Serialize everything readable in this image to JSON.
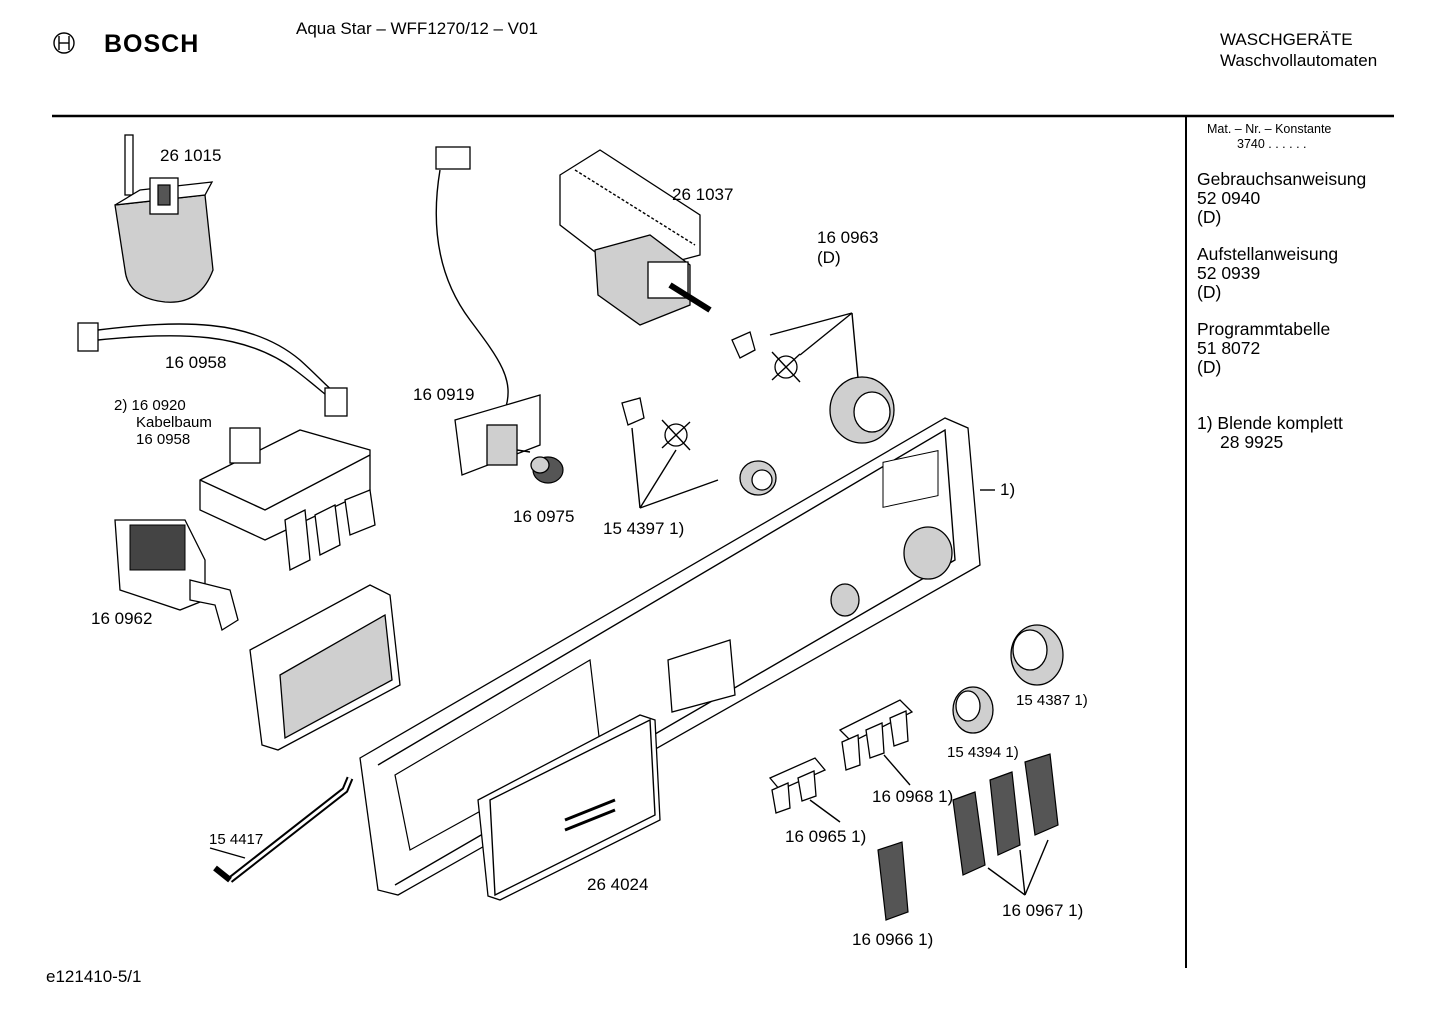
{
  "header": {
    "brand": "BOSCH",
    "model_title": "Aqua Star – WFF1270/12 – V01",
    "category_1": "WASCHGERÄTE",
    "category_2": "Waschvollautomaten"
  },
  "sidebar": {
    "konstante_label": "Mat. – Nr. – Konstante",
    "konstante_value": "3740  .  .   .  .  .  .",
    "docs": [
      {
        "title": "Gebrauchsanweisung",
        "number": "52 0940",
        "lang": "(D)"
      },
      {
        "title": "Aufstellanweisung",
        "number": "52 0939",
        "lang": "(D)"
      },
      {
        "title": "Programmtabelle",
        "number": "51 8072",
        "lang": "(D)"
      }
    ],
    "note_title": "1) Blende komplett",
    "note_number": "28 9925"
  },
  "parts": {
    "p261015": "26 1015",
    "p160958": "16 0958",
    "p160920_l1": "2) 16 0920",
    "p160920_l2": "Kabelbaum",
    "p160920_l3": "16 0958",
    "p160962": "16 0962",
    "p160919": "16 0919",
    "p160975": "16 0975",
    "p261037": "26 1037",
    "p160963_l1": "16 0963",
    "p160963_l2": "(D)",
    "p154397": "15 4397 1)",
    "p_blende": "1)",
    "p154387": "15 4387 1)",
    "p154394": "15 4394 1)",
    "p160968": "16 0968 1)",
    "p160965": "16 0965 1)",
    "p154417": "15 4417",
    "p264024": "26 4024",
    "p160967": "16 0967 1)",
    "p160966": "16 0966 1)"
  },
  "footer": {
    "drawing_id": "e121410-5/1"
  }
}
